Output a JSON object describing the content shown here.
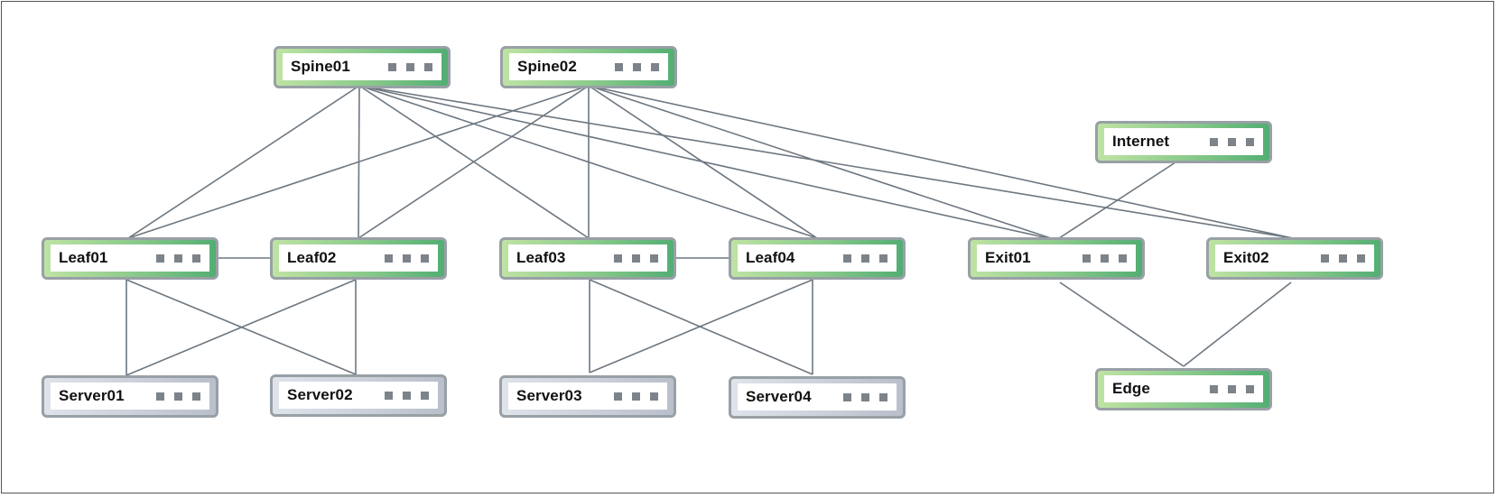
{
  "nodes": [
    {
      "id": "spine01",
      "label": "Spine01",
      "kind": "switch"
    },
    {
      "id": "spine02",
      "label": "Spine02",
      "kind": "switch"
    },
    {
      "id": "internet",
      "label": "Internet",
      "kind": "switch"
    },
    {
      "id": "leaf01",
      "label": "Leaf01",
      "kind": "switch"
    },
    {
      "id": "leaf02",
      "label": "Leaf02",
      "kind": "switch"
    },
    {
      "id": "leaf03",
      "label": "Leaf03",
      "kind": "switch"
    },
    {
      "id": "leaf04",
      "label": "Leaf04",
      "kind": "switch"
    },
    {
      "id": "exit01",
      "label": "Exit01",
      "kind": "switch"
    },
    {
      "id": "exit02",
      "label": "Exit02",
      "kind": "switch"
    },
    {
      "id": "server01",
      "label": "Server01",
      "kind": "server"
    },
    {
      "id": "server02",
      "label": "Server02",
      "kind": "server"
    },
    {
      "id": "server03",
      "label": "Server03",
      "kind": "server"
    },
    {
      "id": "server04",
      "label": "Server04",
      "kind": "server"
    },
    {
      "id": "edge",
      "label": "Edge",
      "kind": "switch"
    }
  ],
  "links": [
    [
      "spine01",
      "leaf01"
    ],
    [
      "spine01",
      "leaf02"
    ],
    [
      "spine01",
      "leaf03"
    ],
    [
      "spine01",
      "leaf04"
    ],
    [
      "spine01",
      "exit01"
    ],
    [
      "spine01",
      "exit02"
    ],
    [
      "spine02",
      "leaf01"
    ],
    [
      "spine02",
      "leaf02"
    ],
    [
      "spine02",
      "leaf03"
    ],
    [
      "spine02",
      "leaf04"
    ],
    [
      "spine02",
      "exit01"
    ],
    [
      "spine02",
      "exit02"
    ],
    [
      "internet",
      "exit01"
    ],
    [
      "leaf01",
      "leaf02"
    ],
    [
      "leaf03",
      "leaf04"
    ],
    [
      "leaf01",
      "server01"
    ],
    [
      "leaf01",
      "server02"
    ],
    [
      "leaf02",
      "server01"
    ],
    [
      "leaf02",
      "server02"
    ],
    [
      "leaf03",
      "server03"
    ],
    [
      "leaf03",
      "server04"
    ],
    [
      "leaf04",
      "server03"
    ],
    [
      "leaf04",
      "server04"
    ],
    [
      "exit01",
      "edge"
    ],
    [
      "exit02",
      "edge"
    ]
  ],
  "colors": {
    "switch_accent": "#53ae73",
    "server_accent": "#b9bfcb",
    "link": "#6d7780"
  }
}
